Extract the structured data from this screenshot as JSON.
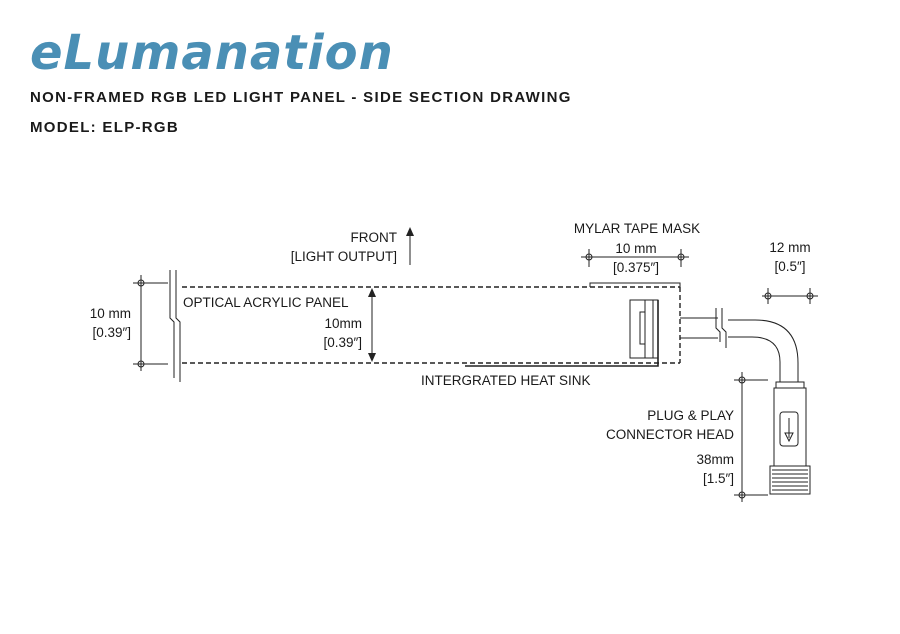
{
  "brand": {
    "logo_text": "eLumanation",
    "color": "#4a8fb5"
  },
  "header": {
    "title": "NON-FRAMED RGB LED LIGHT PANEL - SIDE SECTION DRAWING",
    "model": "MODEL: ELP-RGB"
  },
  "labels": {
    "front_1": "FRONT",
    "front_2": "[LIGHT OUTPUT]",
    "mylar": "MYLAR TAPE MASK",
    "mylar_dim_1": "10 mm",
    "mylar_dim_2": "[0.375″]",
    "conn_dim_1": "12 mm",
    "conn_dim_2": "[0.5″]",
    "left_dim_1": "10 mm",
    "left_dim_2": "[0.39″]",
    "panel": "OPTICAL ACRYLIC PANEL",
    "panel_dim_1": "10mm",
    "panel_dim_2": "[0.39″]",
    "heat_sink": "INTERGRATED HEAT SINK",
    "plug_1": "PLUG & PLAY",
    "plug_2": "CONNECTOR HEAD",
    "plug_dim_1": "38mm",
    "plug_dim_2": "[1.5″]"
  }
}
